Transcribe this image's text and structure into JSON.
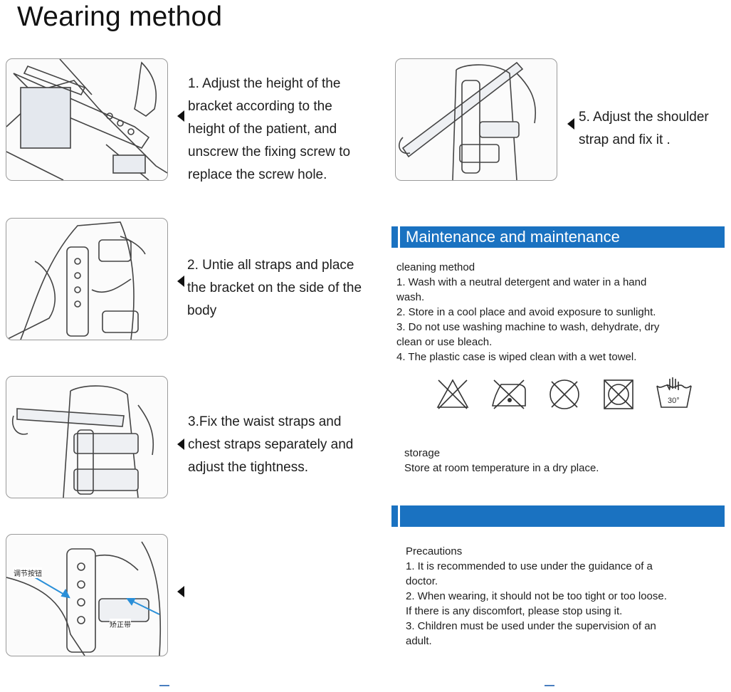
{
  "title": "Wearing method",
  "steps": {
    "s1": [
      "1. Adjust the height of the",
      "bracket according to the",
      "height of the patient, and",
      "unscrew the fixing screw to",
      "replace the screw hole."
    ],
    "s2": [
      "2. Untie all straps and place",
      "the bracket on the side of the",
      "body"
    ],
    "s3": [
      "3.Fix the waist straps and",
      "chest straps separately and",
      "adjust the tightness."
    ],
    "s5": [
      "5. Adjust the shoulder",
      "strap and fix it ."
    ]
  },
  "photo4_labels": {
    "left": "调节按钮",
    "right": "矫正带"
  },
  "maintenance": {
    "header": "Maintenance and maintenance",
    "cleaning_title": "cleaning method",
    "cleaning_lines": [
      "1. Wash with a neutral detergent and water in a hand",
      "wash.",
      "2. Store in a cool place and avoid exposure to sunlight.",
      "3. Do not use washing machine to wash, dehydrate, dry",
      "clean or use bleach.",
      "4. The plastic case is wiped clean with a wet towel."
    ],
    "icons": [
      "no-bleach-icon",
      "no-iron-icon",
      "no-dry-clean-icon",
      "no-tumble-dry-icon",
      "hand-wash-icon"
    ],
    "wash_temp": "30°",
    "storage_title": "storage",
    "storage_text": "Store at room temperature in a dry place."
  },
  "precautions": {
    "title": "Precautions",
    "lines": [
      "1. It is recommended to use under the guidance of a",
      "doctor.",
      "2. When wearing, it should not be too tight or too loose.",
      "If there is any discomfort, please stop using it.",
      "3. Children must be used under the supervision of an",
      "adult."
    ]
  },
  "colors": {
    "accent": "#1a72c1",
    "text": "#1d1d1d",
    "frame": "#9a9a9a"
  }
}
